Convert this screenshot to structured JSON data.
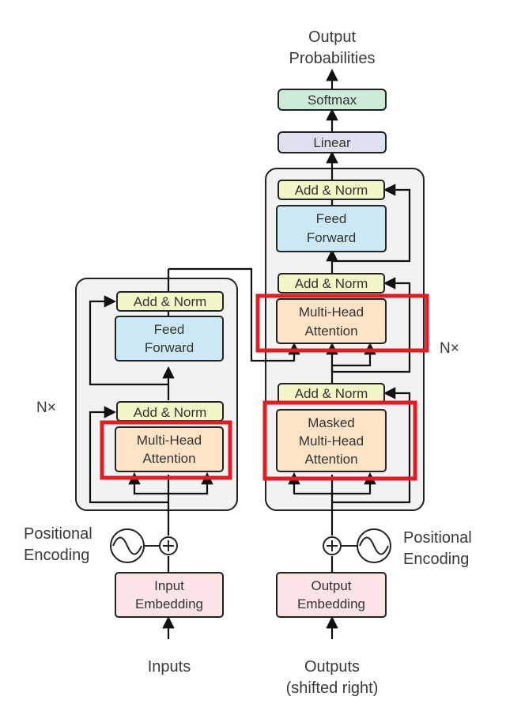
{
  "top_output": {
    "line1": "Output",
    "line2": "Probabilities"
  },
  "softmax": "Softmax",
  "linear": "Linear",
  "encoder": {
    "add_norm_top": "Add & Norm",
    "feed_forward": {
      "line1": "Feed",
      "line2": "Forward"
    },
    "add_norm_bottom": "Add & Norm",
    "attention": {
      "line1": "Multi-Head",
      "line2": "Attention"
    },
    "nx": "N×"
  },
  "decoder": {
    "add_norm_top": "Add & Norm",
    "feed_forward": {
      "line1": "Feed",
      "line2": "Forward"
    },
    "add_norm_mid": "Add & Norm",
    "cross_attention": {
      "line1": "Multi-Head",
      "line2": "Attention"
    },
    "add_norm_bottom": "Add & Norm",
    "masked_attention": {
      "line1": "Masked",
      "line2": "Multi-Head",
      "line3": "Attention"
    },
    "nx": "N×"
  },
  "left_positional": {
    "line1": "Positional",
    "line2": "Encoding"
  },
  "right_positional": {
    "line1": "Positional",
    "line2": "Encoding"
  },
  "input_embedding": {
    "line1": "Input",
    "line2": "Embedding"
  },
  "output_embedding": {
    "line1": "Output",
    "line2": "Embedding"
  },
  "inputs_label": "Inputs",
  "outputs_label": {
    "line1": "Outputs",
    "line2": "(shifted right)"
  },
  "colors": {
    "add_norm": "#f3f7c8",
    "feed_forward": "#cce8f4",
    "attention": "#fde3c6",
    "softmax": "#cdebd9",
    "linear": "#dde0ee",
    "embedding": "#fbe3e6",
    "stack_bg": "#f2f2f2",
    "highlight": "#e31c23"
  }
}
